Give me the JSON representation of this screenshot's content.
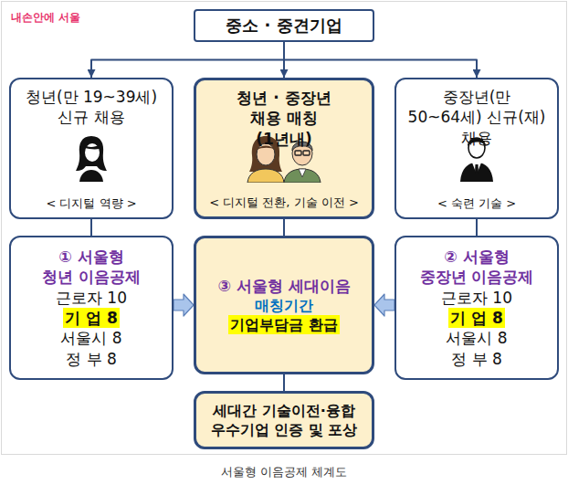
{
  "diagram": {
    "caption": "서울형 이음공제 체계도",
    "nodes": [
      {
        "text": [
          "중소 · 중견기업"
        ]
      },
      {
        "text": [
          "청년(만 19~39세) 신규 채용",
          "< 디지털 역량 >"
        ]
      },
      {
        "text": [
          "청년 · 중장년 채용 매칭(1년내)",
          "< 디지털 전환, 기술 이전 >"
        ]
      },
      {
        "text": [
          "중장년(만 50~64세) 신규(재) 채용",
          "< 숙련 기술 >"
        ]
      },
      {
        "text": [
          "① 서울형 청년 이음공제",
          "근로자 10",
          "기 업 8",
          "서울시 8",
          "정 부 8"
        ]
      },
      {
        "text": [
          "③ 서울형 세대이음",
          "매칭기간",
          "기업부담금 환급"
        ]
      },
      {
        "text": [
          "② 서울형 중장년 이음공제",
          "근로자 10",
          "기 업 8",
          "서울시 8",
          "정 부 8"
        ]
      },
      {
        "text": [
          "세대간 기술이전·융합 우수기업 인증 및 포상"
        ]
      }
    ],
    "edges": [
      {
        "from": 0,
        "to": 1,
        "arrow": "to"
      },
      {
        "from": 0,
        "to": 2,
        "arrow": "to"
      },
      {
        "from": 0,
        "to": 3,
        "arrow": "to"
      },
      {
        "from": 1,
        "to": 4,
        "arrow": "none"
      },
      {
        "from": 2,
        "to": 5,
        "arrow": "none"
      },
      {
        "from": 3,
        "to": 6,
        "arrow": "none"
      },
      {
        "from": 4,
        "to": 5,
        "arrow": "to"
      },
      {
        "from": 6,
        "to": 5,
        "arrow": "to"
      },
      {
        "from": 5,
        "to": 7,
        "arrow": "none"
      }
    ],
    "labels": [
      "내손안에 서울"
    ]
  }
}
